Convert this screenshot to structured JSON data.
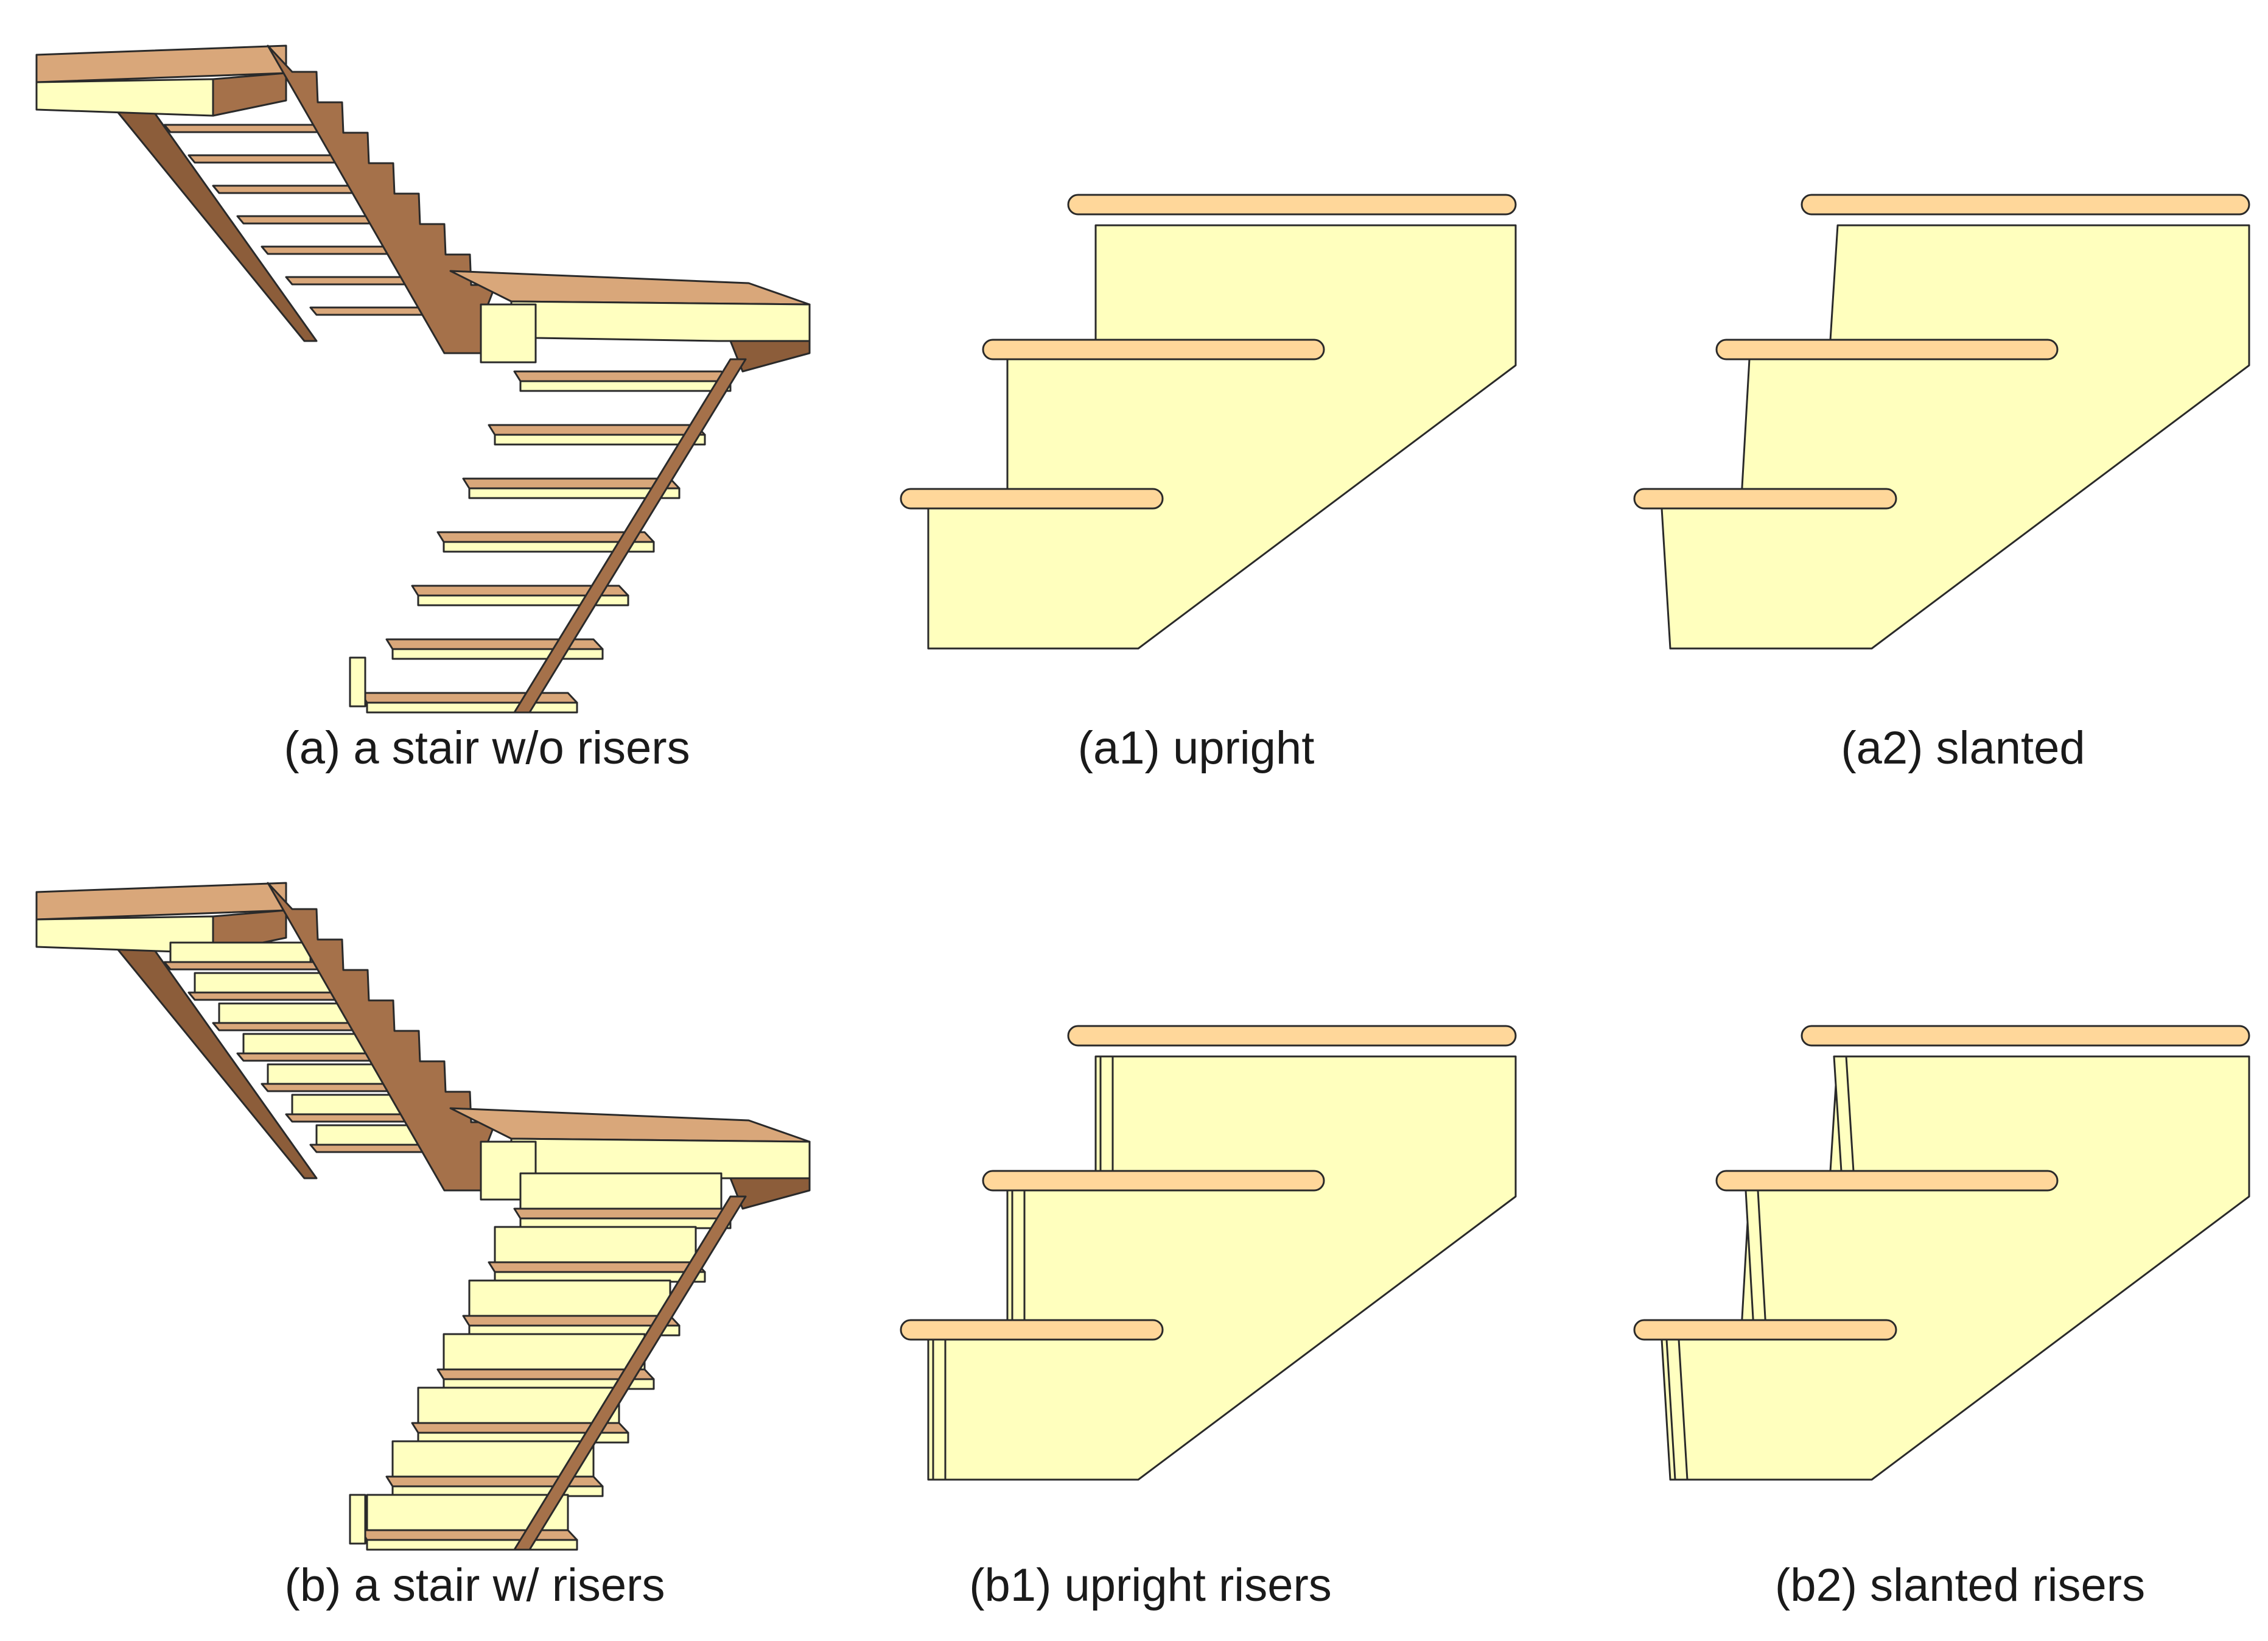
{
  "colors": {
    "tread_top": "#d9a77a",
    "tread_front": "#ffffc0",
    "stringer": "#a5714a",
    "stringer_dark": "#8c5d3a",
    "section_fill": "#ffffbe",
    "nosing": "#ffd79a",
    "outline": "#2a2a2a"
  },
  "panels": [
    {
      "id": "a",
      "caption": "(a) a stair w/o risers",
      "kind": "3d",
      "risers": false
    },
    {
      "id": "a1",
      "caption": "(a1) upright",
      "kind": "section",
      "risers": false,
      "slanted": false
    },
    {
      "id": "a2",
      "caption": "(a2) slanted",
      "kind": "section",
      "risers": false,
      "slanted": true
    },
    {
      "id": "b",
      "caption": "(b) a stair w/ risers",
      "kind": "3d",
      "risers": true
    },
    {
      "id": "b1",
      "caption": "(b1) upright risers",
      "kind": "section",
      "risers": true,
      "slanted": false
    },
    {
      "id": "b2",
      "caption": "(b2) slanted risers",
      "kind": "section",
      "risers": true,
      "slanted": true
    }
  ]
}
